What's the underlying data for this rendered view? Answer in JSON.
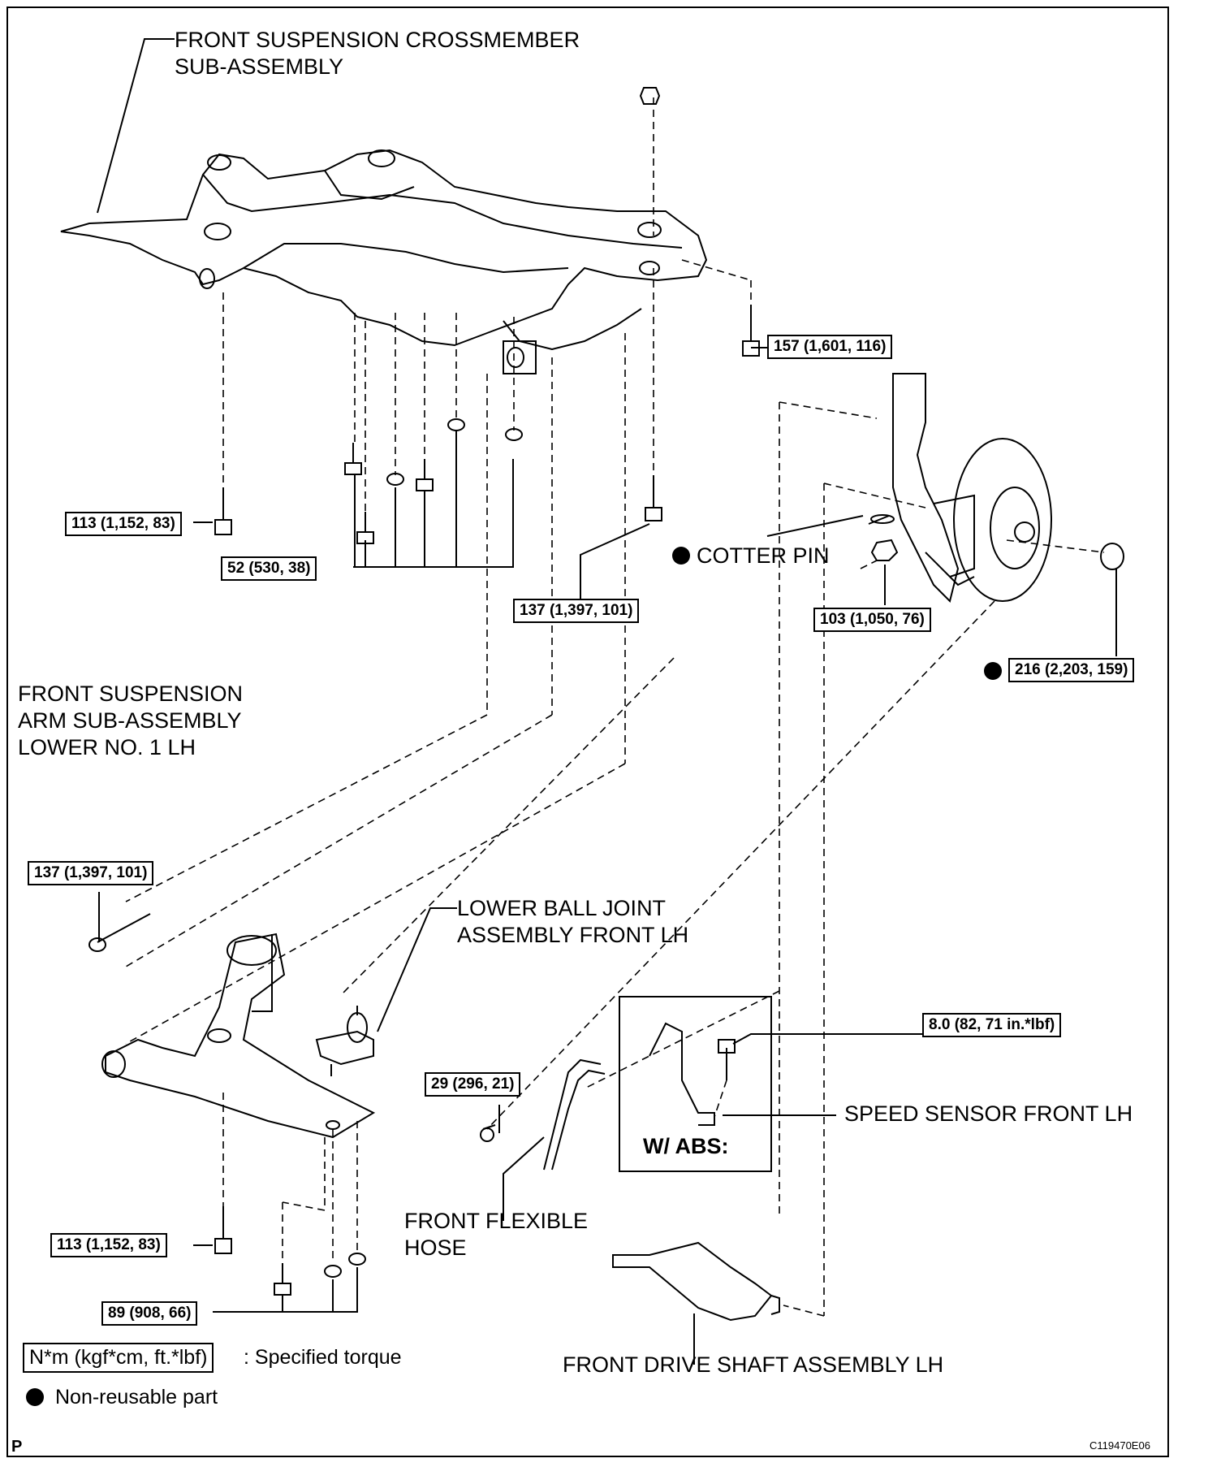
{
  "labels": {
    "crossmember": [
      "FRONT SUSPENSION CROSSMEMBER",
      "SUB-ASSEMBLY"
    ],
    "cotter_pin": "COTTER PIN",
    "lower_arm": [
      "FRONT SUSPENSION",
      "ARM SUB-ASSEMBLY",
      "LOWER NO. 1 LH"
    ],
    "ball_joint": [
      "LOWER BALL JOINT",
      "ASSEMBLY FRONT LH"
    ],
    "speed_sensor": "SPEED SENSOR FRONT LH",
    "abs_box": "W/ ABS:",
    "flex_hose": [
      "FRONT FLEXIBLE",
      "HOSE"
    ],
    "drive_shaft": "FRONT DRIVE SHAFT ASSEMBLY LH"
  },
  "torques": {
    "t157": "157 (1,601, 116)",
    "t113_top": "113 (1,152, 83)",
    "t52": "52 (530, 38)",
    "t137_mid": "137 (1,397, 101)",
    "t103": "103 (1,050, 76)",
    "t216": "216 (2,203, 159)",
    "t137_left": "137 (1,397, 101)",
    "t8": "8.0 (82, 71 in.*lbf)",
    "t29": "29 (296, 21)",
    "t113_bottom": "113 (1,152, 83)",
    "t89": "89 (908, 66)"
  },
  "legend": {
    "unit_box": "N*m (kgf*cm, ft.*lbf)",
    "unit_text": ": Specified torque",
    "nonreusable": "Non-reusable part"
  },
  "footer": {
    "corner": "P",
    "figure_code": "C119470E06"
  }
}
